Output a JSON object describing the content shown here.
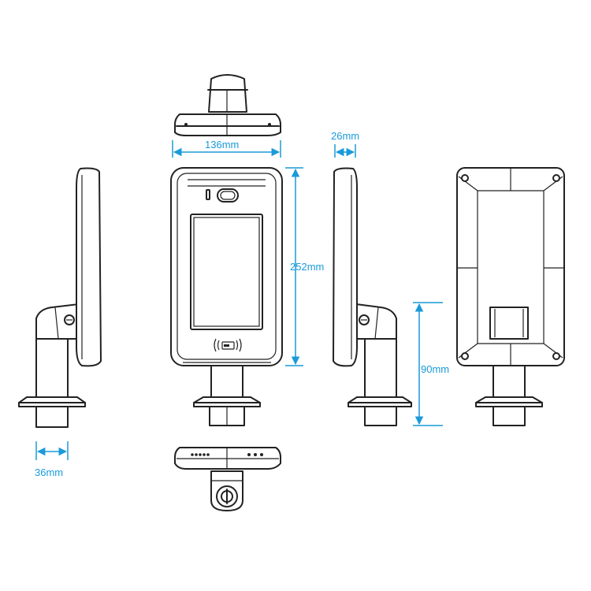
{
  "dimensions": {
    "width_label": "136mm",
    "depth_label": "26mm",
    "height_label": "252mm",
    "stand_height_label": "90mm",
    "base_width_label": "36mm"
  },
  "colors": {
    "outline": "#222222",
    "dimension": "#1a9ad9"
  },
  "icons": [
    "nfc-card-icon",
    "camera-icon",
    "screw-icon"
  ]
}
